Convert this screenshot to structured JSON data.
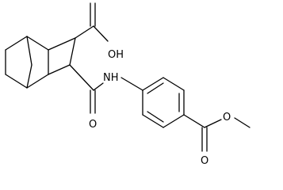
{
  "molecule": {
    "atom_labels": {
      "carboxylic_acid_hydroxyl": "OH",
      "amide_nitrogen": "NH",
      "amide_oxygen": "O",
      "ester_carbonyl_oxygen": "O",
      "ester_ether_oxygen": "O"
    },
    "colors": {
      "bonds": "#000000",
      "labels": "#000000",
      "background": "#ffffff"
    }
  }
}
